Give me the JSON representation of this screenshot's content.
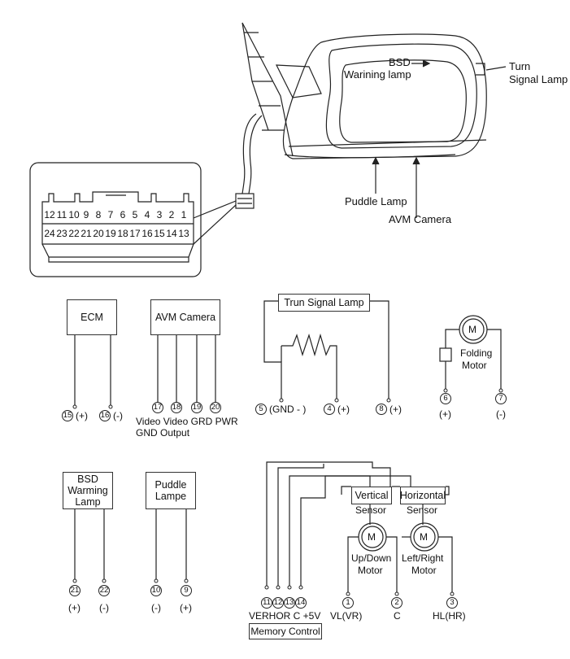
{
  "mirror": {
    "bsd_label": "BSD",
    "warning_lamp_label": "Warining lamp",
    "turn_signal_label_1": "Turn",
    "turn_signal_label_2": "Signal Lamp",
    "puddle_label": "Puddle Lamp",
    "avm_camera_label": "AVM Camera"
  },
  "connector": {
    "top_row": [
      "12",
      "11",
      "10",
      "9",
      "8",
      "7",
      "6",
      "5",
      "4",
      "3",
      "2",
      "1"
    ],
    "bottom_row": [
      "24",
      "23",
      "22",
      "21",
      "20",
      "19",
      "18",
      "17",
      "16",
      "15",
      "14",
      "13"
    ]
  },
  "blocks": {
    "ecm": "ECM",
    "avm_camera": "AVM Camera",
    "turn_signal_lamp": "Trun Signal Lamp",
    "folding_motor_1": "Folding",
    "folding_motor_2": "Motor",
    "motor_symbol": "M",
    "bsd_1": "BSD",
    "bsd_2": "Warming",
    "bsd_3": "Lamp",
    "puddle_1": "Puddle",
    "puddle_2": "Lampe",
    "vertical_sensor_1": "Vertical",
    "vertical_sensor_2": "Sensor",
    "horizontal_sensor_1": "Horizontal",
    "horizontal_sensor_2": "Sensor",
    "updown_motor_1": "Up/Down",
    "updown_motor_2": "Motor",
    "leftright_motor_1": "Left/Right",
    "leftright_motor_2": "Motor",
    "memory_control": "Memory Control"
  },
  "pins": {
    "p15": "15",
    "p15_label": "(+)",
    "p16": "16",
    "p16_label": "(-)",
    "p17": "17",
    "p18": "18",
    "p19": "19",
    "p20": "20",
    "avm_pin_labels_1": "Video Video GRD PWR",
    "avm_pin_labels_2": "GND Output",
    "p5": "5",
    "p5_label": "(GND - )",
    "p4": "4",
    "p4_label": "(+)",
    "p8": "8",
    "p8_label": "(+)",
    "p6": "6",
    "p6_label": "(+)",
    "p7": "7",
    "p7_label": "(-)",
    "p21": "21",
    "p21_label": "(+)",
    "p22": "22",
    "p22_label": "(-)",
    "p10": "10",
    "p10_label": "(-)",
    "p9": "9",
    "p9_label": "(+)",
    "p11": "11",
    "p12": "12",
    "p13": "13",
    "p14": "14",
    "memory_pin_labels": "VERHOR C +5V",
    "p1": "1",
    "p1_label": "VL(VR)",
    "p2": "2",
    "p2_label": "C",
    "p3": "3",
    "p3_label": "HL(HR)"
  }
}
